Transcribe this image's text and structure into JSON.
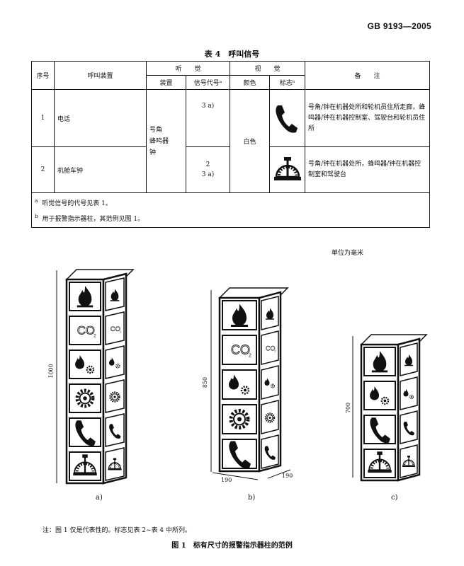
{
  "header": {
    "standard": "GB 9193—2005"
  },
  "table": {
    "title": "表 4　呼叫信号",
    "headers": {
      "no": "序号",
      "device": "呼叫装置",
      "audible": "听　　觉",
      "visual": "视　　觉",
      "remark": "备　　注",
      "sub_device": "装置",
      "sub_code": "信号代号ᵃ",
      "sub_color": "颜色",
      "sub_sign": "标志ᵇ"
    },
    "rows": [
      {
        "no": "1",
        "device": "电话",
        "code": "3 a)",
        "remark": "号角/钟在机器处所和轮机员住所走廊，蜂鸣器/钟在机器控制室、驾驶台和轮机员住所",
        "sign_icon": "telephone-icon"
      },
      {
        "no": "2",
        "device": "机舱车钟",
        "code_line1": "2",
        "code_line2": "3 a)",
        "remark": "号角/钟在机器处所，蜂鸣器/钟在机器控制室和驾驶台",
        "sign_icon": "engine-telegraph-icon"
      }
    ],
    "shared_audible_device": "号角\n蜂鸣器\n钟",
    "shared_color": "白色",
    "notes": [
      {
        "mark": "a",
        "text": "听觉信号的代号见表 1。"
      },
      {
        "mark": "b",
        "text": "用于报警指示器柱，其范例见图 1。"
      }
    ]
  },
  "figure": {
    "units": "单位为毫米",
    "columns": [
      {
        "label": "a)",
        "height_dim": "1000",
        "icons": [
          "fire-icon",
          "co2-icon",
          "fire-gear-icon",
          "gear-icon",
          "telephone-icon",
          "engine-telegraph-icon"
        ]
      },
      {
        "label": "b)",
        "height_dim": "850",
        "width_dim_front": "190",
        "width_dim_side": "190",
        "icons": [
          "fire-icon",
          "co2-icon",
          "fire-gear-icon",
          "gear-icon",
          "telephone-icon"
        ]
      },
      {
        "label": "c)",
        "height_dim": "700",
        "icons": [
          "fire-icon",
          "fire-gear-icon",
          "telephone-icon",
          "engine-telegraph-icon"
        ]
      }
    ],
    "co2_text": "CO",
    "co2_sub": "2",
    "note": "注：图 1 仅是代表性的。标志见表 2~表 4 中所列。",
    "title": "图 1　标有尺寸的报警指示器柱的范例"
  }
}
